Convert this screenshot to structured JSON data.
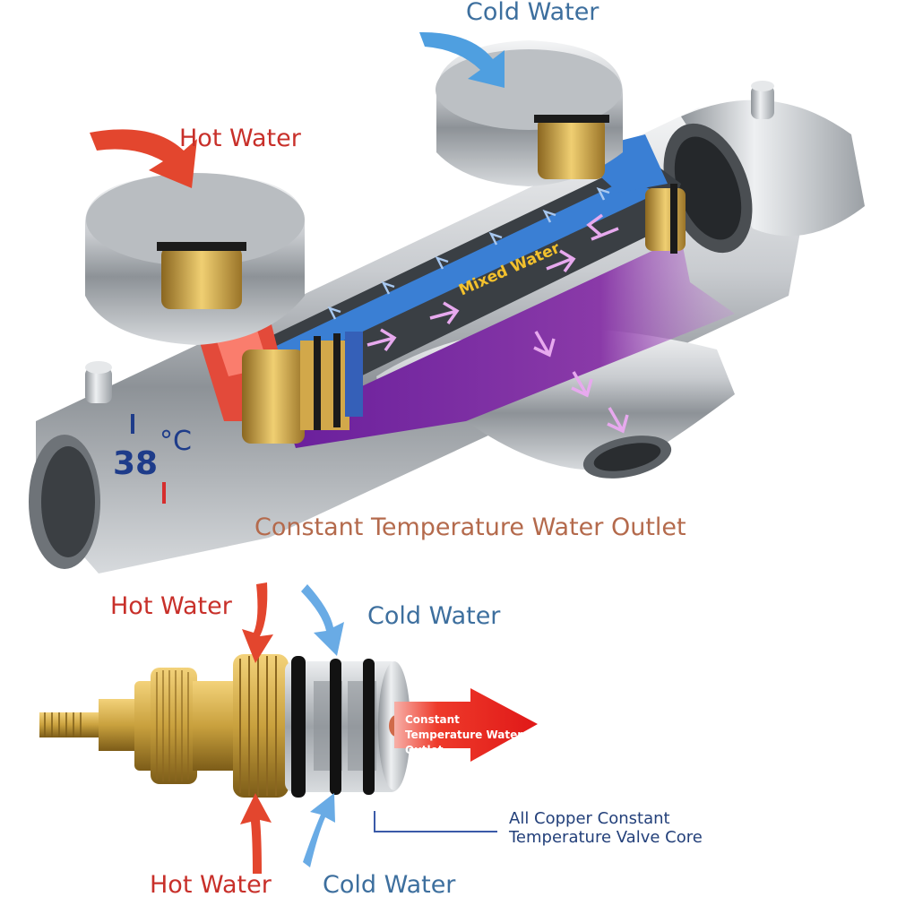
{
  "labels": {
    "cold_top": "Cold Water",
    "hot_top": "Hot Water",
    "mixed": "Mixed Water",
    "temperature": "38",
    "degree": "°C",
    "outlet_main": "Constant Temperature Water Outlet",
    "hot_mid": "Hot Water",
    "cold_mid": "Cold Water",
    "outlet_small": "Constant Temperature Water Outlet",
    "valve_core": "All Copper Constant Temperature Valve Core",
    "hot_bottom": "Hot Water",
    "cold_bottom": "Cold Water"
  },
  "colors": {
    "hot": "#c8302a",
    "cold": "#3d6f9e",
    "mixed": "#7a2fa0",
    "brass": "#c9a13e",
    "chrome": "#bfc3c7",
    "outlet_arrow": "#e62020"
  },
  "icons": [
    "hot-arrow-icon",
    "cold-arrow-icon",
    "outlet-arrow-icon"
  ]
}
